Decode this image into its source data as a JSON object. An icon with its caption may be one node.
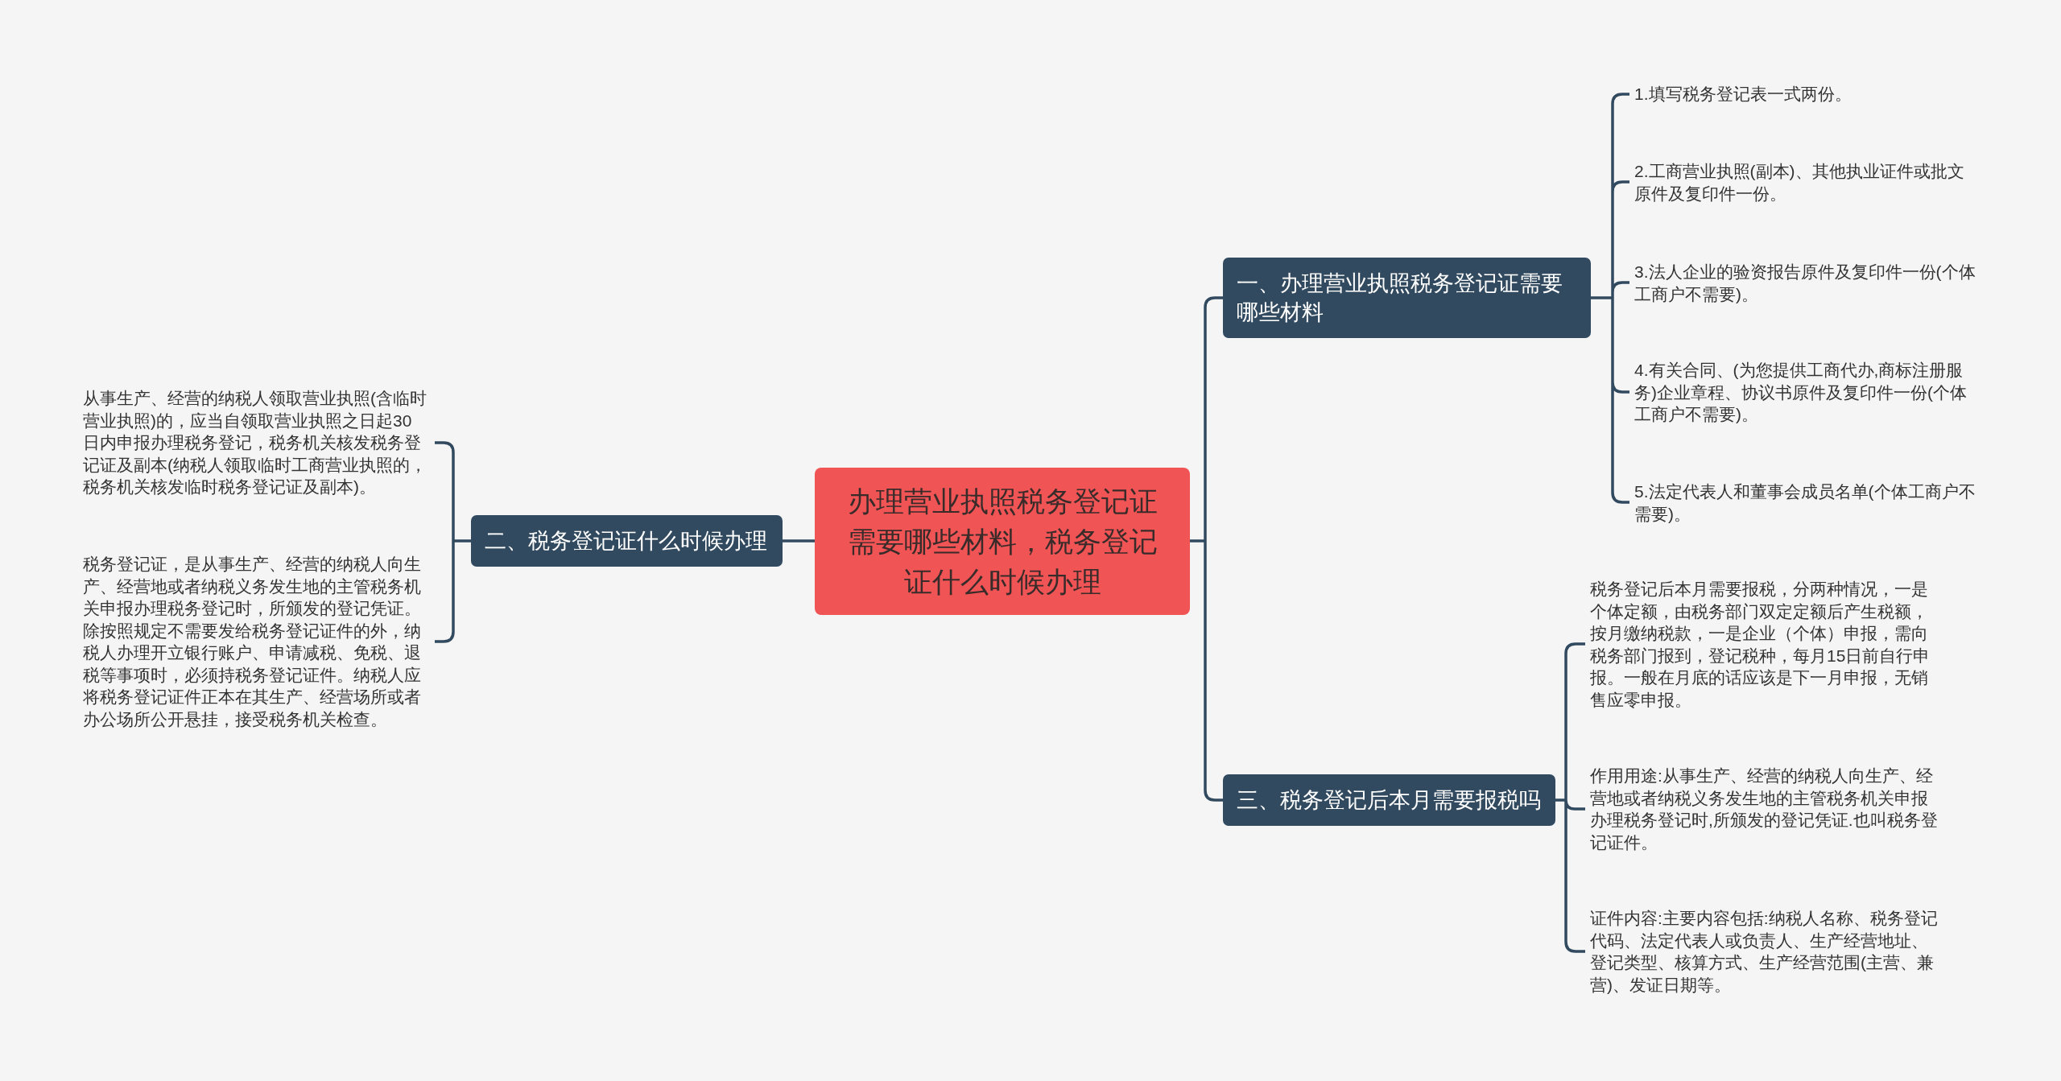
{
  "diagram": {
    "nodes": [
      {
        "text": [
          "办理营业执照税务登记证需要哪些材料，税务登记证什么时候办理"
        ]
      },
      {
        "text": [
          "一、办理营业执照税务登记证需要哪些材料"
        ]
      },
      {
        "text": [
          "1.填写税务登记表一式两份。"
        ]
      },
      {
        "text": [
          "2.工商营业执照(副本)、其他执业证件或批文原件及复印件一份。"
        ]
      },
      {
        "text": [
          "3.法人企业的验资报告原件及复印件一份(个体工商户不需要)。"
        ]
      },
      {
        "text": [
          "4.有关合同、(为您提供工商代办,商标注册服务)企业章程、协议书原件及复印件一份(个体工商户不需要)。"
        ]
      },
      {
        "text": [
          "5.法定代表人和董事会成员名单(个体工商户不需要)。"
        ]
      },
      {
        "text": [
          "二、税务登记证什么时候办理"
        ]
      },
      {
        "text": [
          "从事生产、经营的纳税人领取营业执照(含临时营业执照)的，应当自领取营业执照之日起30日内申报办理税务登记，税务机关核发税务登记证及副本(纳税人领取临时工商营业执照的，税务机关核发临时税务登记证及副本)。"
        ]
      },
      {
        "text": [
          "税务登记证，是从事生产、经营的纳税人向生产、经营地或者纳税义务发生地的主管税务机关申报办理税务登记时，所颁发的登记凭证。除按照规定不需要发给税务登记证件的外，纳税人办理开立银行账户、申请减税、免税、退税等事项时，必须持税务登记证件。纳税人应将税务登记证件正本在其生产、经营场所或者办公场所公开悬挂，接受税务机关检查。"
        ]
      },
      {
        "text": [
          "三、税务登记后本月需要报税吗"
        ]
      },
      {
        "text": [
          "税务登记后本月需要报税，分两种情况，一是个体定额，由税务部门双定定额后产生税额，按月缴纳税款，一是企业（个体）申报，需向税务部门报到，登记税种，每月15日前自行申报。一般在月底的话应该是下一月申报，无销售应零申报。"
        ]
      },
      {
        "text": [
          "作用用途:从事生产、经营的纳税人向生产、经营地或者纳税义务发生地的主管税务机关申报办理税务登记时,所颁发的登记凭证.也叫税务登记证件。"
        ]
      },
      {
        "text": [
          "证件内容:主要内容包括:纳税人名称、税务登记代码、法定代表人或负责人、生产经营地址、登记类型、核算方式、生产经营范围(主营、兼营)、发证日期等。"
        ]
      }
    ],
    "edges": [
      {
        "from": 0,
        "to": 1,
        "arrow": "none"
      },
      {
        "from": 1,
        "to": 2,
        "arrow": "none"
      },
      {
        "from": 1,
        "to": 3,
        "arrow": "none"
      },
      {
        "from": 1,
        "to": 4,
        "arrow": "none"
      },
      {
        "from": 1,
        "to": 5,
        "arrow": "none"
      },
      {
        "from": 1,
        "to": 6,
        "arrow": "none"
      },
      {
        "from": 0,
        "to": 7,
        "arrow": "none"
      },
      {
        "from": 7,
        "to": 8,
        "arrow": "none"
      },
      {
        "from": 7,
        "to": 9,
        "arrow": "none"
      },
      {
        "from": 0,
        "to": 10,
        "arrow": "none"
      },
      {
        "from": 10,
        "to": 11,
        "arrow": "none"
      },
      {
        "from": 10,
        "to": 12,
        "arrow": "none"
      },
      {
        "from": 10,
        "to": 13,
        "arrow": "none"
      }
    ]
  }
}
